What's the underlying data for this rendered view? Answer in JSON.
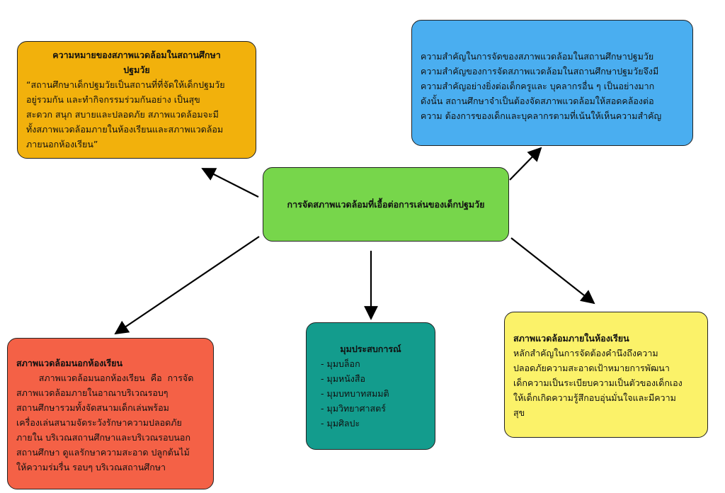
{
  "colors": {
    "meaning": "#f2b10c",
    "importance": "#4aaef0",
    "center": "#77d64b",
    "outdoor": "#f46146",
    "corners": "#139c8d",
    "indoor": "#fbf269"
  },
  "center": {
    "title": "การจัดสภาพแวดล้อมที่เอื้อต่อการเล่นของเด็กปฐมวัย"
  },
  "meaning": {
    "title_lines": [
      "ความหมายของสภาพแวดล้อมในสถานศึกษา",
      "ปฐมวัย"
    ],
    "body_lines": [
      "“สถานศึกษาเด็กปฐมวัยเป็นสถานที่ที่จัดให้เด็กปฐมวัย",
      "อยู่รวมกัน  และทำกิจกรรมร่วมกันอย่าง  เป็นสุข",
      "สะดวก  สนุก  สบายและปลอดภัย  สภาพแวดล้อมจะมี",
      "ทั้งสภาพแวดล้อมภายในห้องเรียนและสภาพแวดล้อม",
      "ภายนอกห้องเรียน”"
    ]
  },
  "importance": {
    "body_lines": [
      "ความสำคัญในการจัดของสภาพแวดล้อมในสถานศึกษาปฐมวัย",
      "ความสำคัญของการจัดสภาพแวดล้อมในสถานศึกษาปฐมวัยจึงมี",
      "ความสำคัญอย่างยิ่งต่อเด็กครูและ  บุคลากรอื่น  ๆ  เป็นอย่างมาก",
      "ดังนั้น   สถานศึกษาจำเป็นต้องจัดสภาพแวดล้อมให้สอดคล้องต่อ",
      "ความ  ต้องการของเด็กและบุคลากรตามที่เน้นให้เห็นความสำคัญ"
    ]
  },
  "outdoor": {
    "title": "สภาพแวดล้อมนอกห้องเรียน",
    "body_lines": [
      "        สภาพแวดล้อมนอกห้องเรียน  คือ  การจัด",
      "สภาพแวดล้อมภายในอาณาบริเวณรอบๆ",
      "สถานศึกษารวมทั้งจัดสนามเด็กเล่นพร้อม",
      "เครื่องเล่นสนามจัดระวังรักษาความปลอดภัย",
      "ภายใน  บริเวณสถานศึกษาและบริเวณรอบนอก",
      "สถานศึกษา  ดูแลรักษาความสะอาด  ปลูกต้นไม้",
      "ให้ความร่มรื่น  รอบๆ  บริเวณสถานศึกษา"
    ]
  },
  "corners": {
    "title": "มุมประสบการณ์",
    "items": [
      "มุมบล็อก",
      "มุมหนังสือ",
      "มุมบทบาทสมมติ",
      "มุมวิทยาศาสตร์",
      "มุมศิลปะ"
    ]
  },
  "indoor": {
    "title": "สภาพแวดล้อมภายในห้องเรียน",
    "body_lines": [
      "หลักสำคัญในการจัดต้องคำนึงถึงความ",
      "ปลอดภัยความสะอาดเป้าหมายการพัฒนา",
      "เด็กความเป็นระเบียบความเป็นตัวของเด็กเอง",
      "ให้เด็กเกิดความรู้สึกอบอุ่นมั่นใจและมีความ",
      "สุข"
    ]
  }
}
